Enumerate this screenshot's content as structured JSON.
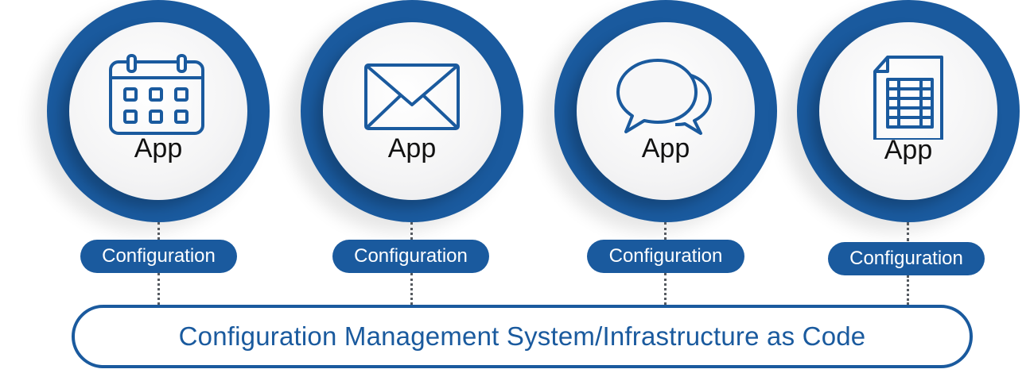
{
  "theme": {
    "accent": "#1a5a9e",
    "text": "#111111"
  },
  "apps": [
    {
      "label": "App",
      "icon": "calendar-icon",
      "config_label": "Configuration"
    },
    {
      "label": "App",
      "icon": "envelope-icon",
      "config_label": "Configuration"
    },
    {
      "label": "App",
      "icon": "chat-bubbles-icon",
      "config_label": "Configuration"
    },
    {
      "label": "App",
      "icon": "spreadsheet-document-icon",
      "config_label": "Configuration"
    }
  ],
  "base": {
    "label": "Configuration Management System/Infrastructure as Code"
  }
}
